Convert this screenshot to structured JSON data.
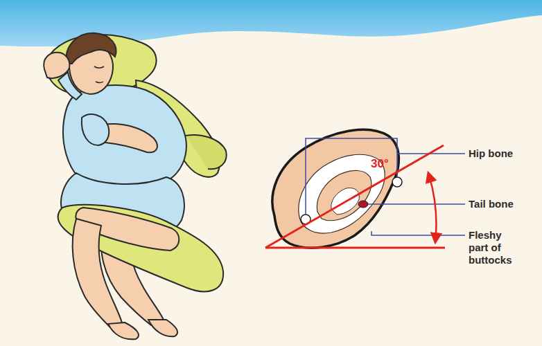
{
  "diagram": {
    "labels": [
      "Hip bone",
      "30°",
      "Tail bone",
      "Fleshy part of buttocks"
    ]
  }
}
